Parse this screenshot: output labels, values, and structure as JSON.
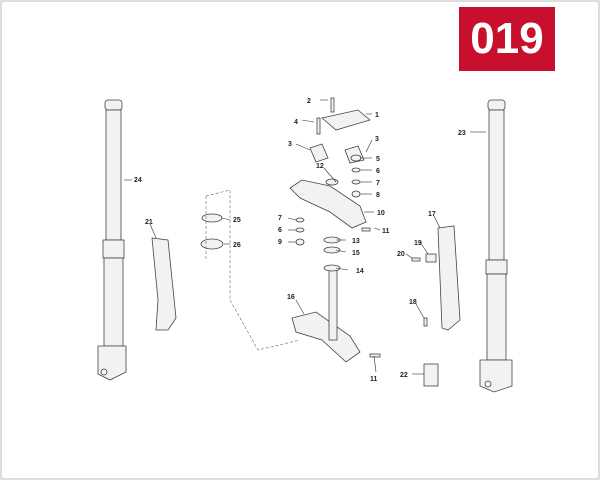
{
  "badge": {
    "label": "019",
    "color": "#c8102e"
  },
  "callouts": [
    {
      "id": "c1",
      "label": "1"
    },
    {
      "id": "c2",
      "label": "2"
    },
    {
      "id": "c3a",
      "label": "3"
    },
    {
      "id": "c3b",
      "label": "3"
    },
    {
      "id": "c4",
      "label": "4"
    },
    {
      "id": "c5",
      "label": "5"
    },
    {
      "id": "c6a",
      "label": "6"
    },
    {
      "id": "c6b",
      "label": "6"
    },
    {
      "id": "c7a",
      "label": "7"
    },
    {
      "id": "c7b",
      "label": "7"
    },
    {
      "id": "c8",
      "label": "8"
    },
    {
      "id": "c9",
      "label": "9"
    },
    {
      "id": "c10",
      "label": "10"
    },
    {
      "id": "c11a",
      "label": "11"
    },
    {
      "id": "c11b",
      "label": "11"
    },
    {
      "id": "c12",
      "label": "12"
    },
    {
      "id": "c13",
      "label": "13"
    },
    {
      "id": "c14",
      "label": "14"
    },
    {
      "id": "c15",
      "label": "15"
    },
    {
      "id": "c16",
      "label": "16"
    },
    {
      "id": "c17",
      "label": "17"
    },
    {
      "id": "c18",
      "label": "18"
    },
    {
      "id": "c19",
      "label": "19"
    },
    {
      "id": "c20",
      "label": "20"
    },
    {
      "id": "c21",
      "label": "21"
    },
    {
      "id": "c22",
      "label": "22"
    },
    {
      "id": "c23",
      "label": "23"
    },
    {
      "id": "c24",
      "label": "24"
    },
    {
      "id": "c25",
      "label": "25"
    },
    {
      "id": "c26",
      "label": "26"
    }
  ]
}
